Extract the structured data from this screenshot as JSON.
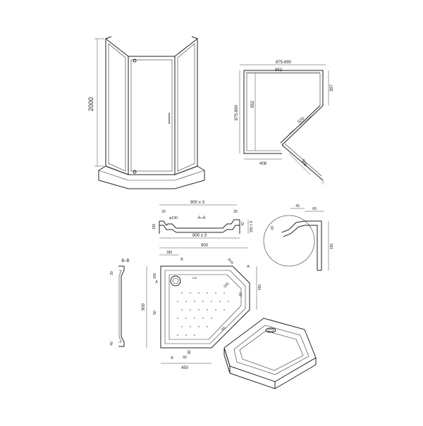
{
  "enclosure_front": {
    "height": "2000"
  },
  "enclosure_plan": {
    "top_width": "875-890",
    "inner_width": "852",
    "left_height": "875-890",
    "inner_height": "852",
    "right_segment": "397",
    "door_opening": "520",
    "bottom_left": "408",
    "bottom_diag": "566"
  },
  "section_aa": {
    "top_dim": "900 ± 3",
    "left_dim": "30",
    "hole": "φ130",
    "label": "A–A",
    "right_dim": "30",
    "height_dim": "150 ± 5",
    "bottom_dim": "900 ± 3",
    "side_left": "155",
    "side_right": "42"
  },
  "detail_corner": {
    "d1": "43",
    "d2": "60",
    "d3": "43",
    "d4": "150"
  },
  "tray_plan": {
    "top_dim": "900",
    "d180": "180",
    "d100": "100",
    "d120": "120",
    "left_height": "900",
    "d50": "50",
    "d60": "60",
    "d450r": "450",
    "d450b": "450",
    "r_label": "R10",
    "d295": "295",
    "d85": "85",
    "d80": "80",
    "d60b": "60",
    "section_mark_a": "A",
    "section_mark_b": "B",
    "section_mark_a2": "A",
    "section_mark_b2": "B"
  },
  "section_bb": {
    "label": "B–B",
    "d_top": "30",
    "d_bottom": "40"
  }
}
